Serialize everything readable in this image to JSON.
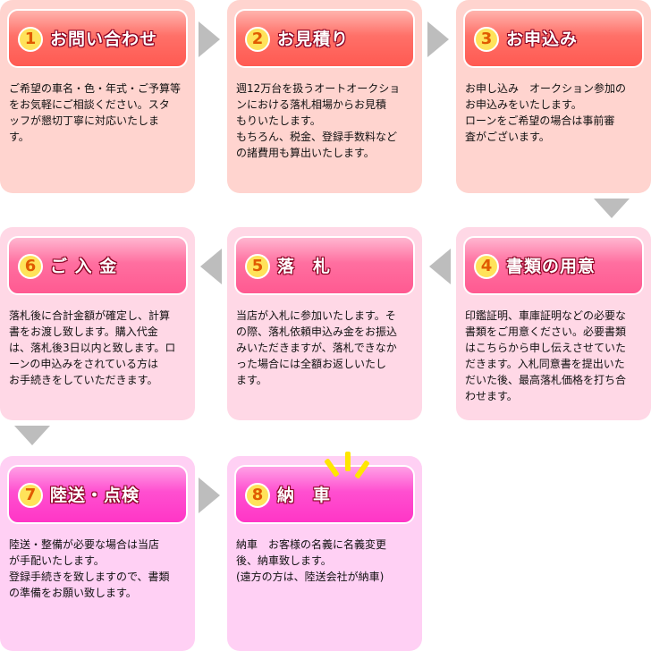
{
  "steps": [
    {
      "num": "1",
      "title": "お問い合わせ",
      "body": "ご希望の車名・色・年式・ご予算等\nをお気軽にご相談ください。スタ\nッフが懇切丁寧に対応いたしま\nす。"
    },
    {
      "num": "2",
      "title": "お見積り",
      "body": "週12万台を扱うオートオークショ\nンにおける落札相場からお見積\nもりいたします。\nもちろん、税金、登録手数料など\nの諸費用も算出いたします。"
    },
    {
      "num": "3",
      "title": "お申込み",
      "body": "お申し込み　オークション参加の\nお申込みをいたします。\nローンをご希望の場合は事前審\n査がございます。"
    },
    {
      "num": "4",
      "title": "書類の用意",
      "body": "印鑑証明、車庫証明などの必要な\n書類をご用意ください。必要書類\nはこちらから申し伝えさせていた\nだきます。入札同意書を提出いた\nだいた後、最高落札価格を打ち合\nわせます。"
    },
    {
      "num": "5",
      "title": "落　札",
      "body": "当店が入札に参加いたします。そ\nの際、落札依頼申込み金をお振込\nみいただきますが、落札できなか\nった場合には全額お返しいたし\nます。"
    },
    {
      "num": "6",
      "title": "ご 入 金",
      "body": "落札後に合計金額が確定し、計算\n書をお渡し致します。購入代金\nは、落札後3日以内と致します。ロ\nーンの申込みをされている方は\nお手続きをしていただきます。"
    },
    {
      "num": "7",
      "title": "陸送・点検",
      "body": "陸送・整備が必要な場合は当店\nが手配いたします。\n登録手続きを致しますので、書類\nの準備をお願い致します。"
    },
    {
      "num": "8",
      "title": "納　車",
      "body": "納車　お客様の名義に名義変更\n後、納車致します。\n(遠方の方は、陸送会社が納車)"
    }
  ],
  "colors": {
    "row1_card": "#ffd4cf",
    "row2_card": "#ffd8e6",
    "row3_card": "#ffd0f4",
    "arrow": "#bdbdbd",
    "number_badge": "#ffe25a"
  }
}
